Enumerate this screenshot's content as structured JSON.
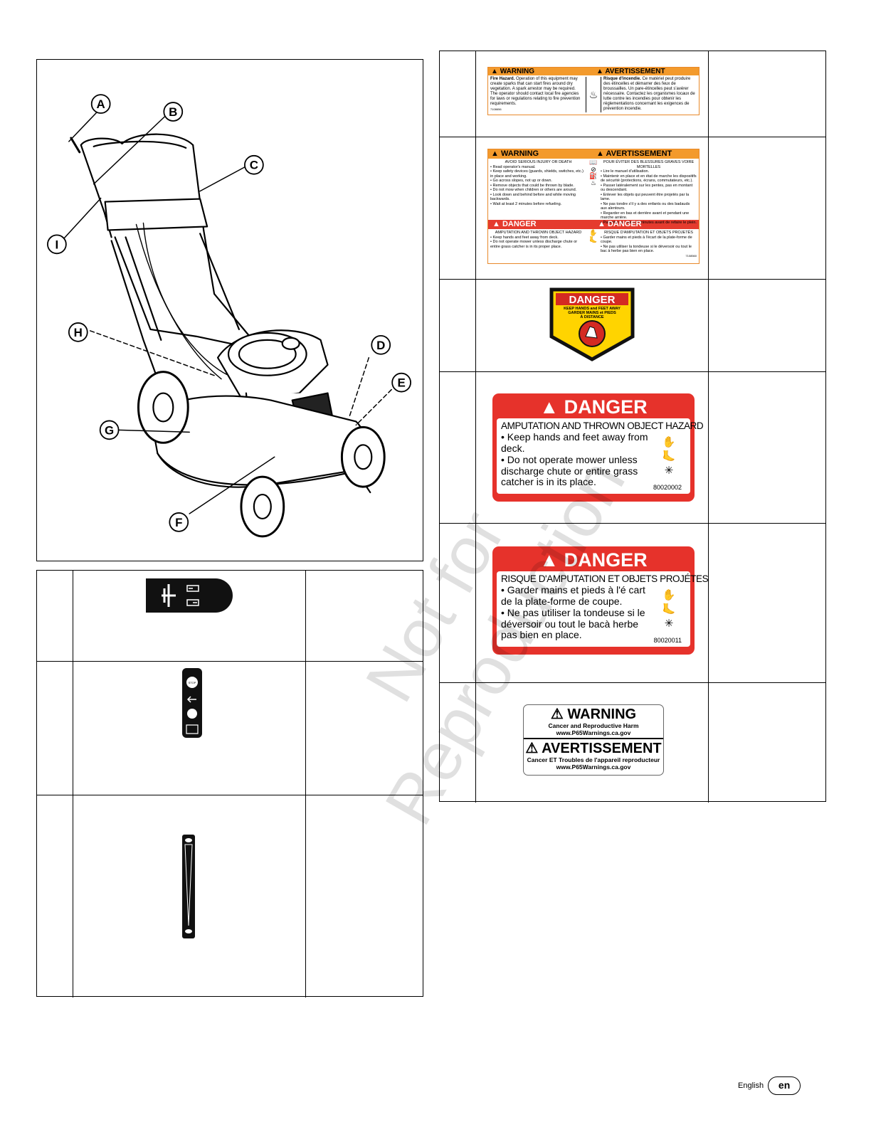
{
  "figure": {
    "callouts": [
      "A",
      "B",
      "C",
      "D",
      "E",
      "F",
      "G",
      "H",
      "I"
    ]
  },
  "decals": {
    "fire_warning": {
      "header_en": "WARNING",
      "header_fr": "AVERTISSEMENT",
      "text_en_bold": "Fire Hazard.",
      "text_en": "Operation of this equipment may create sparks that can start fires around dry vegetation. A spark arrestor may be required. The operator should contact local fire agencies for laws or regulations relating to fire prevention requirements.",
      "text_fr_bold": "Risque d'incendie.",
      "text_fr": "Ce matériel peut produire des étincelles et démarrer des feux de broussailles. Un pare-étincelles peut s'avérer nécessaire. Contactez les organismes locaux de lutte contre les incendies pour obtenir les réglementations concernant les exigences de prévention incendie.",
      "code": "7108656"
    },
    "combined": {
      "warning_en": "WARNING",
      "warning_fr": "AVERTISSEMENT",
      "sub_en": "AVOID SERIOUS INJURY OR DEATH",
      "sub_fr": "POUR ÉVITER DES BLESSURES GRAVES VOIRE MORTELLES",
      "items_en": [
        "Read operator's manual.",
        "Keep safety devices (guards, shields, switches, etc.) in place and working.",
        "Go across slopes, not up or down.",
        "Remove objects that could be thrown by blade.",
        "Do not mow when children or others are around.",
        "Look down and behind before and while moving backwards.",
        "Wait at least 2 minutes before refueling."
      ],
      "items_fr": [
        "Lire le manuel d'utilisation.",
        "Maintenir en place et en état de marche les dispositifs de sécurité (protections, écrans, commutateurs, etc.).",
        "Passer latéralement sur les pentes, pas en montant ou descendant.",
        "Enlever les objets qui peuvent être projetés par la lame.",
        "Ne pas tondre s'il y a des enfants ou des badauds aux alentours.",
        "Regarder en bas et derrière avant et pendant une marche arrière.",
        "Patienter au moins 2 minutes avant de refaire le plein."
      ],
      "danger_en": "DANGER",
      "danger_fr": "DANGER",
      "hazard_en": "AMPUTATION AND THROWN OBJECT HAZARD",
      "hazard_fr": "RISQUE D'AMPUTATION ET OBJETS PROJETÉS",
      "hazard_items_en": [
        "Keep hands and feet away from deck.",
        "Do not operate mower unless discharge chute or entire grass catcher is in its proper place."
      ],
      "hazard_items_fr": [
        "Garder mains et pieds à l'écart de la plate-forme de coupe.",
        "Ne pas utiliser la tondeuse si le déversoir ou tout le bac à herbe pas bien en place."
      ],
      "code": "7108560"
    },
    "hex_danger": {
      "title": "DANGER",
      "line1": "KEEP HANDS and FEET AWAY",
      "line2": "GARDER MAINS et PIEDS",
      "line3": "À DISTANCE"
    },
    "danger_en": {
      "title": "DANGER",
      "subtitle": "AMPUTATION AND THROWN OBJECT HAZARD",
      "bullet1": "Keep hands and feet away from deck.",
      "bullet2": "Do not operate mower unless discharge chute or entire grass catcher is in its place.",
      "code": "80020002"
    },
    "danger_fr": {
      "title": "DANGER",
      "subtitle": "RISQUE D'AMPUTATION ET OBJETS PROJÉTES",
      "bullet1": "Garder mains et pieds à l'é cart de la plate-forme de coupe.",
      "bullet2": "Ne pas utiliser la tondeuse si le déversoir ou tout le bacà herbe pas bien en place.",
      "code": "80020011"
    },
    "prop65": {
      "title_en": "WARNING",
      "line_en": "Cancer and Reproductive Harm",
      "url1": "www.P65Warnings.ca.gov",
      "title_fr": "AVERTISSEMENT",
      "line_fr": "Cancer ET Troubles de l'appareil reproducteur",
      "url2": "www.P65Warnings.ca.gov"
    },
    "stop_label": "STOP"
  },
  "watermark": {
    "line1": "Not for",
    "line2": "Reproduction"
  },
  "footer": {
    "language": "English",
    "code": "en"
  },
  "colors": {
    "warning_orange": "#f39a2c",
    "danger_red": "#e6322b",
    "hex_yellow": "#ffd400"
  }
}
